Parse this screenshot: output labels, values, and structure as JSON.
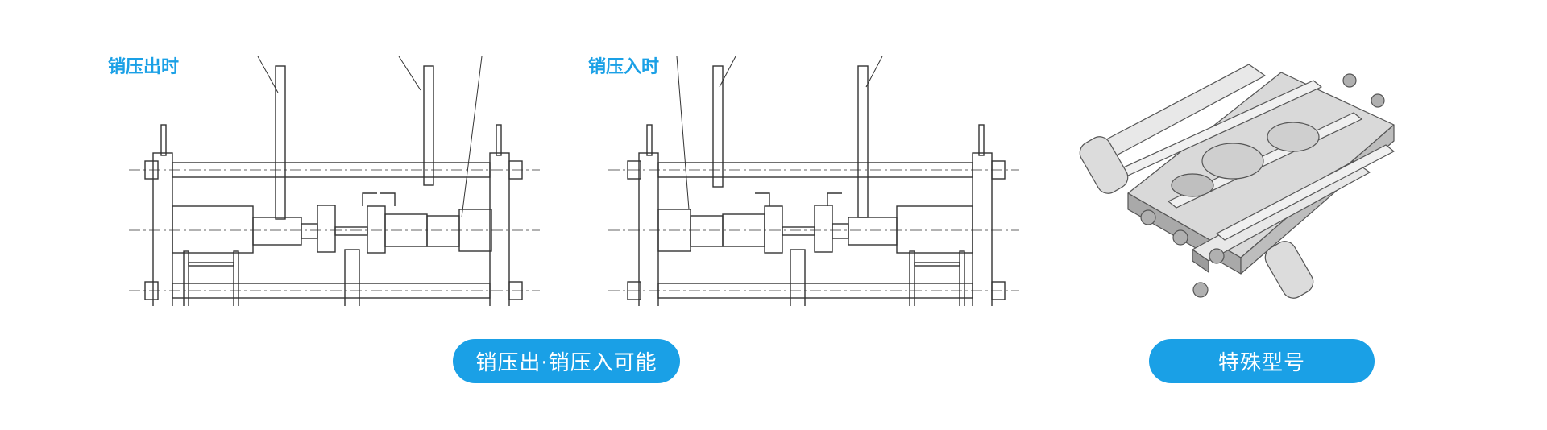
{
  "labels": {
    "pin_out": "销压出时",
    "pin_in": "销压入时"
  },
  "buttons": {
    "both_possible": "销压出·销压入可能",
    "special_model": "特殊型号"
  },
  "colors": {
    "accent": "#1aa0e6",
    "line": "#333333",
    "metal_light": "#e6e6e6",
    "metal_mid": "#bdbdbd",
    "metal_dark": "#8a8a8a"
  }
}
